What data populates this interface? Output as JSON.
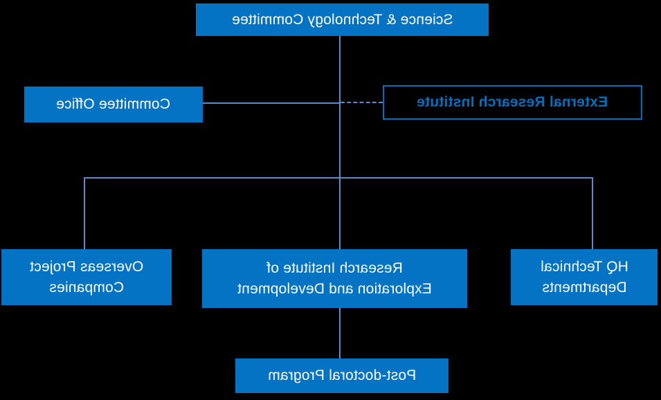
{
  "diagram_type": "org-chart",
  "mirrored_rendering": true,
  "colors": {
    "background": "#000000",
    "node_fill": "#0473C4",
    "node_text": "#FFFFFF",
    "outline_node_border": "#0070C0",
    "outline_node_text": "#0070C0",
    "connector": "#5E8BC9"
  },
  "nodes": {
    "committee": {
      "label": "Science & Technology Committee"
    },
    "committee_office": {
      "label": "Committee Office"
    },
    "external_research_institute": {
      "label": "External Research Institute"
    },
    "overseas_project_companies": {
      "label": "Overseas Project\nCompanies"
    },
    "research_institute": {
      "label": "Research Institute of\nExploration and Development"
    },
    "hq_technical_departments": {
      "label": "HQ Technical\nDepartments"
    },
    "post_doctoral_program": {
      "label": "Post-doctoral Program"
    }
  },
  "edges": [
    {
      "from": "committee",
      "to": "research_institute",
      "style": "solid"
    },
    {
      "from": "committee",
      "to": "overseas_project_companies",
      "style": "solid"
    },
    {
      "from": "committee",
      "to": "hq_technical_departments",
      "style": "solid"
    },
    {
      "from": "committee_office",
      "to": "committee",
      "style": "solid"
    },
    {
      "from": "external_research_institute",
      "to": "committee",
      "style": "dashed"
    },
    {
      "from": "research_institute",
      "to": "post_doctoral_program",
      "style": "solid"
    }
  ]
}
